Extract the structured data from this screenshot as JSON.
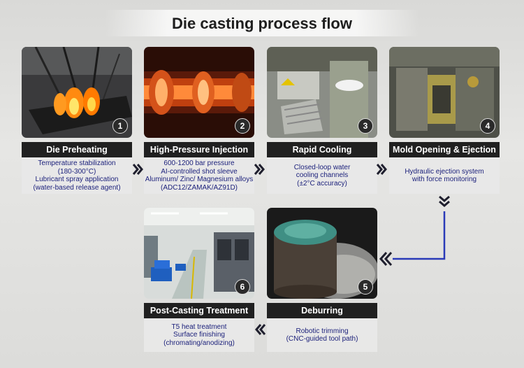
{
  "title": "Die casting process flow",
  "steps": [
    {
      "number": "1",
      "label": "Die Preheating",
      "lines": [
        "Temperature stabilization",
        "(180-300°C)",
        "Lubricant spray application",
        "(water-based release agent)"
      ]
    },
    {
      "number": "2",
      "label": "High-Pressure Injection",
      "lines": [
        "600-1200 bar pressure",
        "AI-controlled shot sleeve",
        "Aluminum/ Zinc/ Magnesium alloys",
        "(ADC12/ZAMAK/AZ91D)"
      ]
    },
    {
      "number": "3",
      "label": "Rapid Cooling",
      "lines": [
        "Closed-loop water",
        "cooling channels",
        "(±2°C accuracy)"
      ]
    },
    {
      "number": "4",
      "label": "Mold Opening & Ejection",
      "lines": [
        "Hydraulic ejection system",
        "with force monitoring"
      ]
    },
    {
      "number": "5",
      "label": "Deburring",
      "lines": [
        "Robotic trimming",
        "(CNC-guided tool path)"
      ]
    },
    {
      "number": "6",
      "label": "Post-Casting Treatment",
      "lines": [
        "T5 heat treatment",
        "Surface finishing",
        "(chromating/anodizing)"
      ]
    }
  ],
  "colors": {
    "label_bg": "#202020",
    "desc_text": "#1a1f7a",
    "arrow": "#1f1f2e",
    "connector": "#2a3ab8"
  }
}
